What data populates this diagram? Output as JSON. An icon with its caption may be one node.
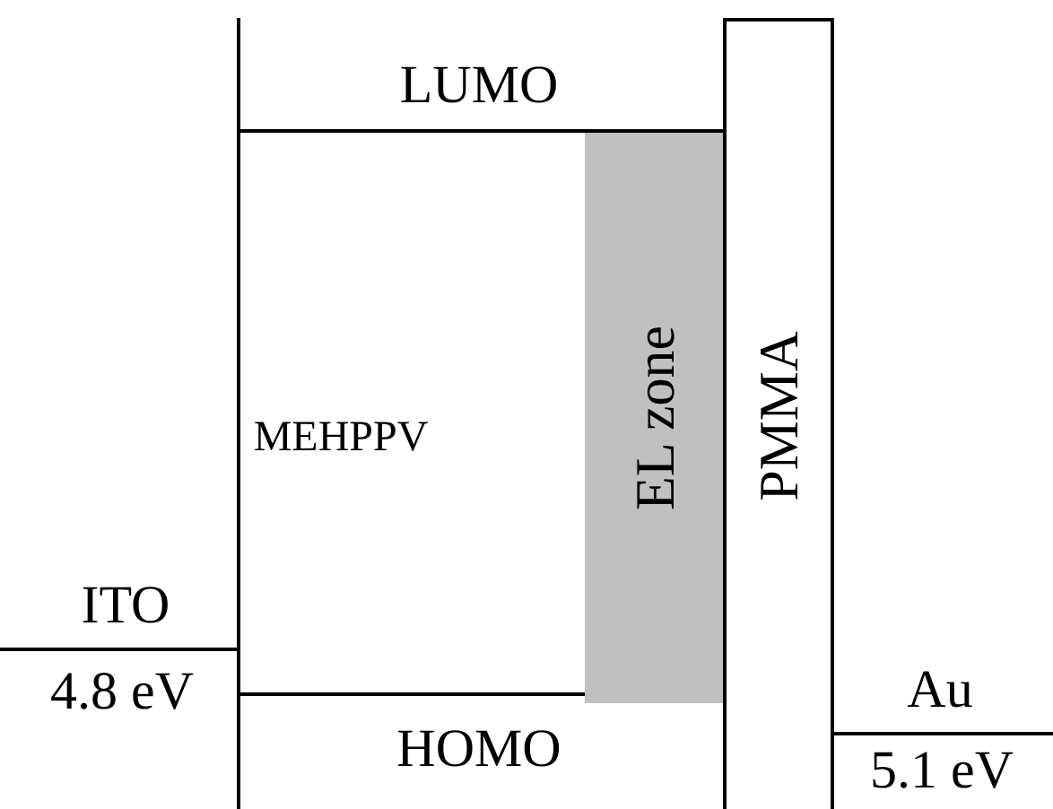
{
  "diagram": {
    "nodes": [
      {
        "text": [
          "EL zone"
        ]
      },
      {
        "text": [
          "PMMA"
        ]
      }
    ],
    "labels": [
      "LUMO",
      "MEHPPV",
      "ITO",
      "4.8 eV",
      "HOMO",
      "Au",
      "5.1 eV"
    ]
  }
}
